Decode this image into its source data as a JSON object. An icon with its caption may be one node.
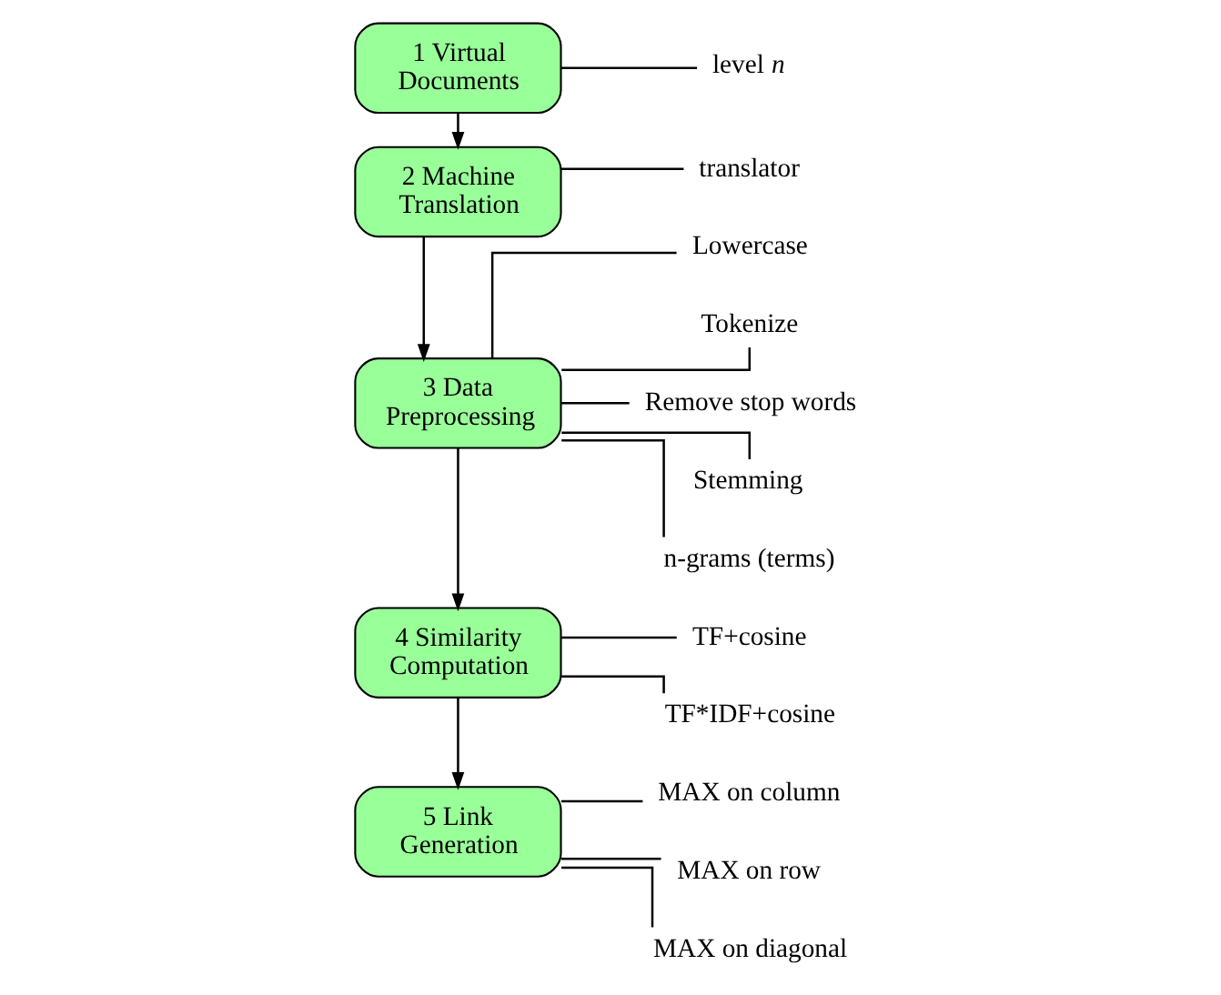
{
  "diagram": {
    "nodes": [
      {
        "text": [
          "1 Virtual Documents"
        ]
      },
      {
        "text": [
          "level *n*"
        ]
      },
      {
        "text": [
          "2 Machine Translation"
        ]
      },
      {
        "text": [
          "translator"
        ]
      },
      {
        "text": [
          "3 Data Preprocessing"
        ]
      },
      {
        "text": [
          "Lowercase"
        ]
      },
      {
        "text": [
          "Tokenize"
        ]
      },
      {
        "text": [
          "Remove stop words"
        ]
      },
      {
        "text": [
          "Stemming"
        ]
      },
      {
        "text": [
          "n-grams (terms)"
        ]
      },
      {
        "text": [
          "4 Similarity Computation"
        ]
      },
      {
        "text": [
          "TF+cosine"
        ]
      },
      {
        "text": [
          "TF*IDF+cosine"
        ]
      },
      {
        "text": [
          "5 Link Generation"
        ]
      },
      {
        "text": [
          "MAX on column"
        ]
      },
      {
        "text": [
          "MAX on row"
        ]
      },
      {
        "text": [
          "MAX on diagonal"
        ]
      }
    ],
    "edges": [
      {
        "from": 0,
        "to": 2,
        "arrow": "to"
      },
      {
        "from": 2,
        "to": 4,
        "arrow": "to"
      },
      {
        "from": 4,
        "to": 10,
        "arrow": "to"
      },
      {
        "from": 10,
        "to": 13,
        "arrow": "to"
      },
      {
        "from": 0,
        "to": 1,
        "arrow": "none"
      },
      {
        "from": 2,
        "to": 3,
        "arrow": "none"
      },
      {
        "from": 4,
        "to": 5,
        "arrow": "none"
      },
      {
        "from": 4,
        "to": 6,
        "arrow": "none"
      },
      {
        "from": 4,
        "to": 7,
        "arrow": "none"
      },
      {
        "from": 4,
        "to": 8,
        "arrow": "none"
      },
      {
        "from": 4,
        "to": 9,
        "arrow": "none"
      },
      {
        "from": 10,
        "to": 11,
        "arrow": "none"
      },
      {
        "from": 10,
        "to": 12,
        "arrow": "none"
      },
      {
        "from": 13,
        "to": 14,
        "arrow": "none"
      },
      {
        "from": 13,
        "to": 15,
        "arrow": "none"
      },
      {
        "from": 13,
        "to": 16,
        "arrow": "none"
      }
    ]
  }
}
